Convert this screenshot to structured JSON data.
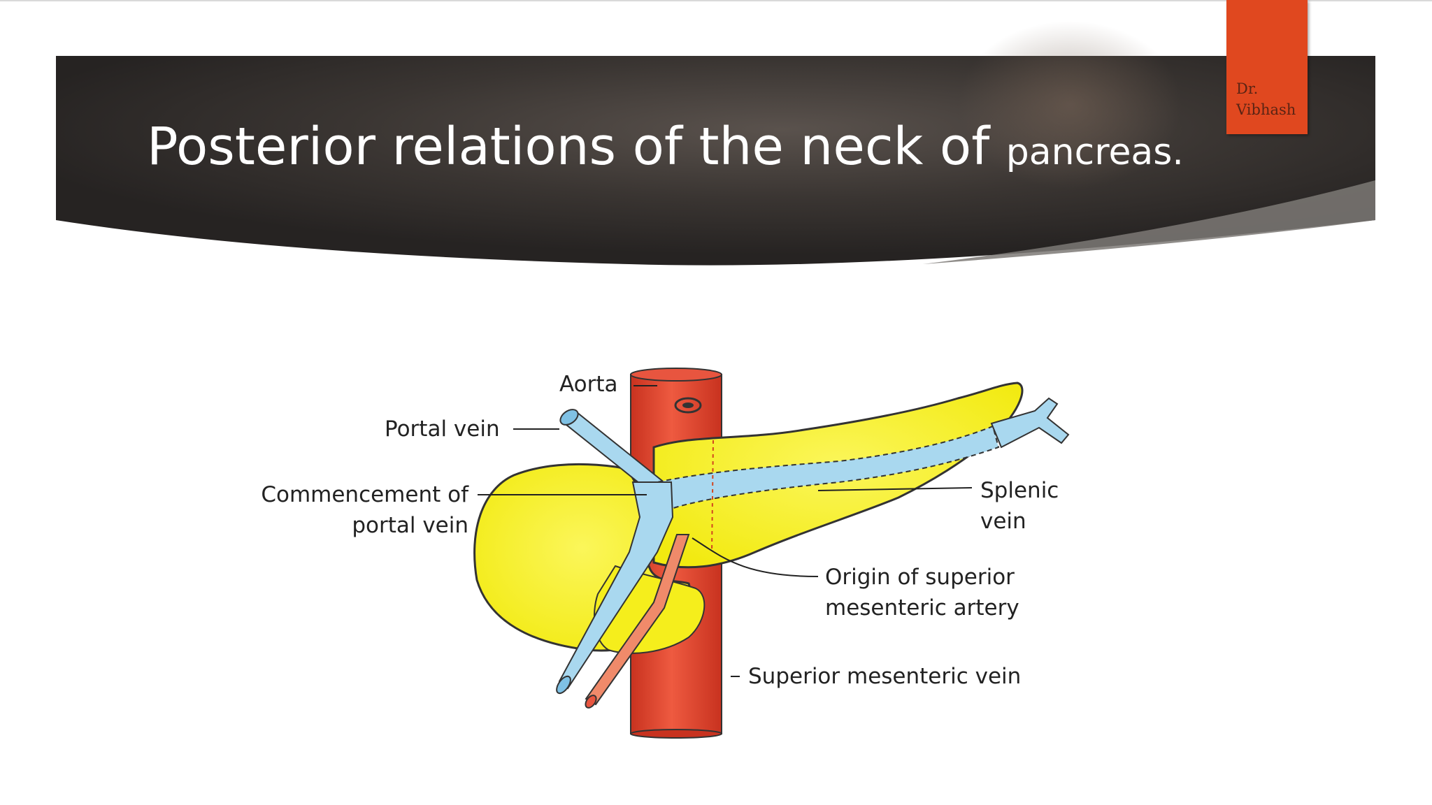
{
  "slide": {
    "title_main": "Posterior relations of the neck of",
    "title_end": "pancreas.",
    "author_line1": "Dr.",
    "author_line2": "Vibhash"
  },
  "diagram": {
    "labels": {
      "aorta": "Aorta",
      "portal_vein": "Portal vein",
      "commencement_line1": "Commencement of",
      "commencement_line2": "portal vein",
      "splenic_line1": "Splenic",
      "splenic_line2": "vein",
      "sma_line1": "Origin of superior",
      "sma_line2": "mesenteric artery",
      "smv": "Superior mesenteric vein"
    }
  },
  "colors": {
    "header_dark": "#2b2826",
    "accent_orange": "#e0481f",
    "pancreas_yellow": "#f7f22a",
    "vein_blue": "#a9d8ef",
    "artery_red": "#e8553f"
  }
}
